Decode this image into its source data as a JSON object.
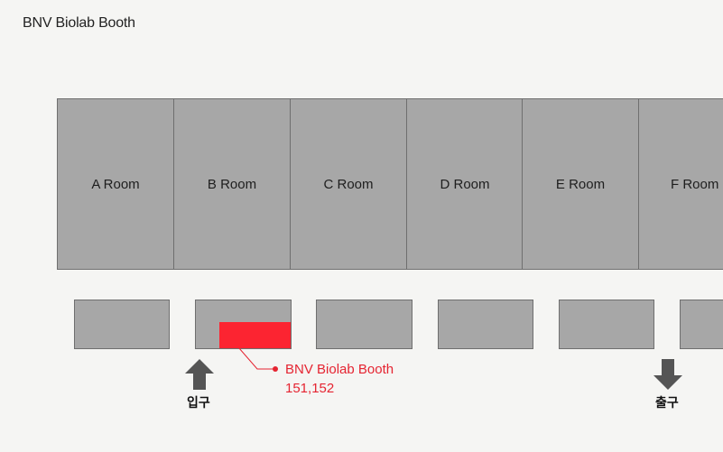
{
  "title": "BNV Biolab Booth",
  "rooms": [
    "A Room",
    "B Room",
    "C Room",
    "D Room",
    "E Room",
    "F Room"
  ],
  "highlight": {
    "name": "BNV Biolab Booth",
    "number": "151,152",
    "color": "#fc2431"
  },
  "entrance": {
    "label": "입구",
    "icon": "arrow-up-icon"
  },
  "exit": {
    "label": "출구",
    "icon": "arrow-down-icon"
  },
  "colors": {
    "room": "#a7a7a7",
    "border": "#6f6f6f",
    "background": "#f5f5f3",
    "callout": "#e52431"
  }
}
